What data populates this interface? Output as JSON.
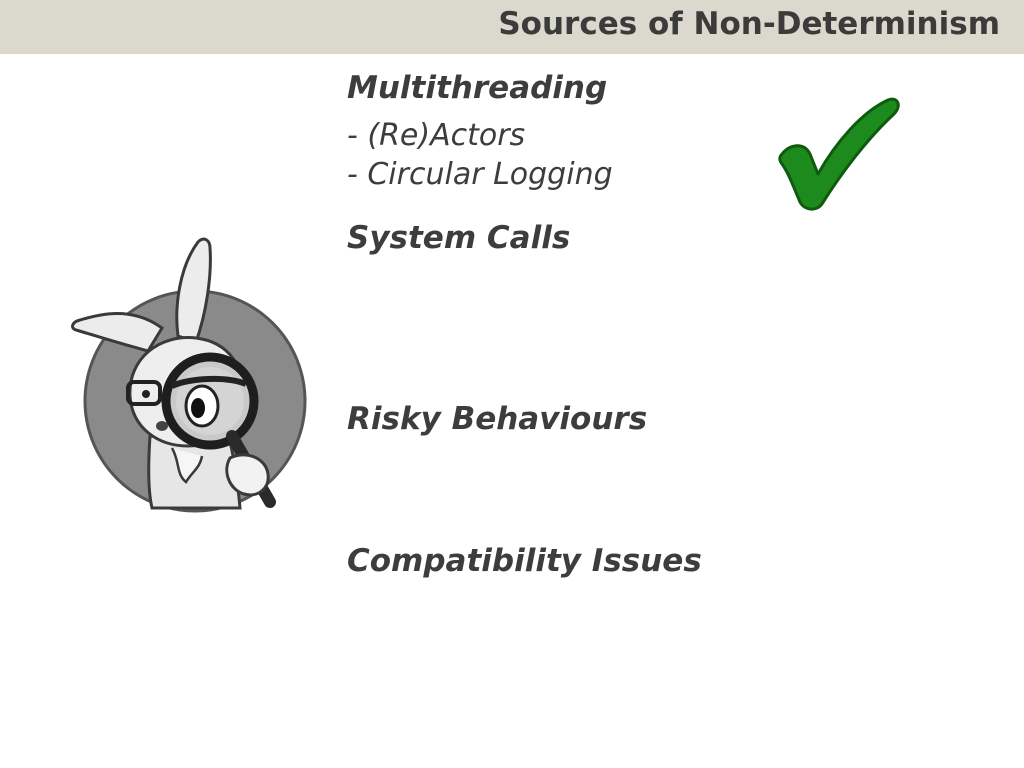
{
  "slide": {
    "title": "Sources of Non-Determinism",
    "sections": {
      "multithreading": {
        "heading": "Multithreading",
        "items": [
          "- (Re)Actors",
          "- Circular Logging"
        ]
      },
      "system_calls": {
        "heading": "System Calls"
      },
      "risky_behaviours": {
        "heading": "Risky Behaviours"
      },
      "compatibility_issues": {
        "heading": "Compatibility Issues"
      }
    },
    "check_color": "#1d8a1d",
    "icons": {
      "check": "check-mark-icon",
      "mascot": "rabbit-magnifying-glass-illustration"
    }
  }
}
